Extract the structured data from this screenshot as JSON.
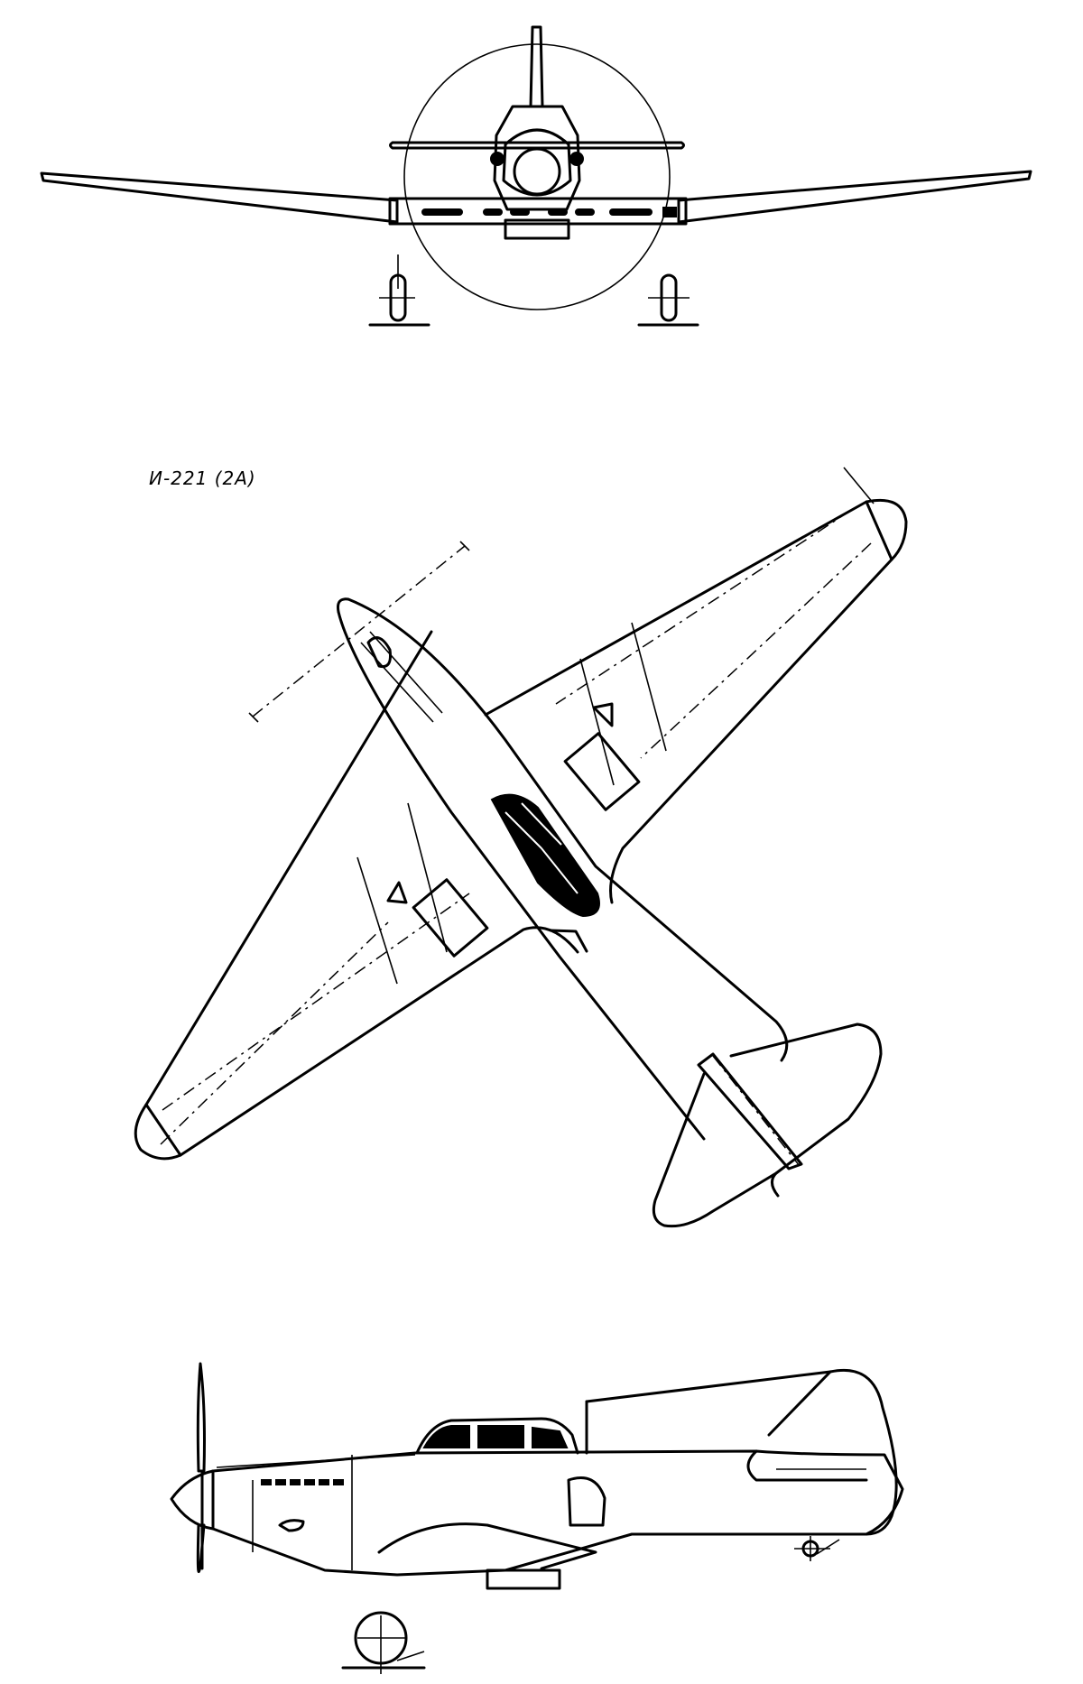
{
  "drawing": {
    "designation": "И-221 (2А)",
    "views": [
      "front-view",
      "top-view",
      "side-view"
    ]
  }
}
